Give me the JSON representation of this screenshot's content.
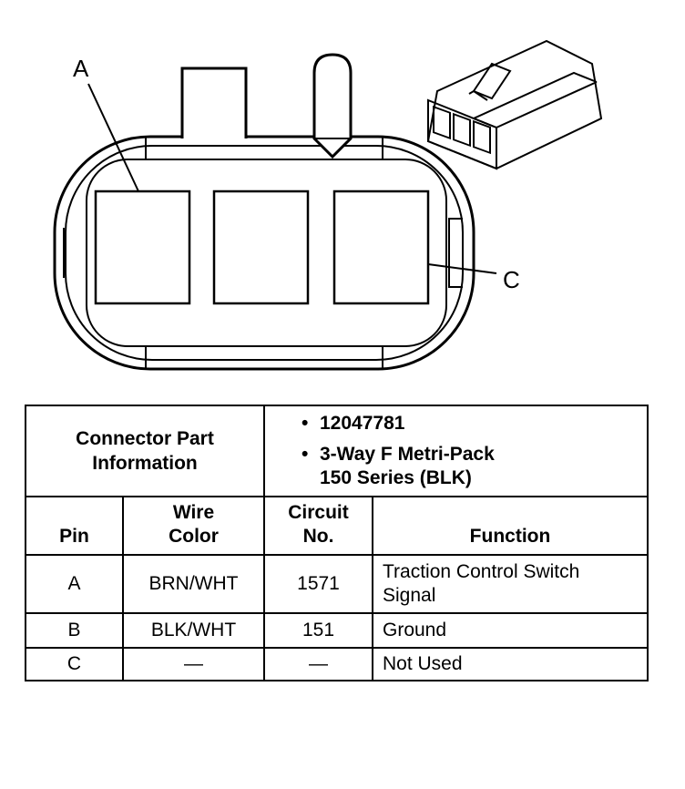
{
  "diagram": {
    "label_a": "A",
    "label_c": "C"
  },
  "table": {
    "info_title_line1": "Connector Part",
    "info_title_line2": "Information",
    "info_bullet": "•",
    "info_part_number": "12047781",
    "info_connector_line1": "3-Way F Metri-Pack",
    "info_connector_line2": "150 Series (BLK)",
    "headers": {
      "pin": "Pin",
      "wire_color_line1": "Wire",
      "wire_color_line2": "Color",
      "circuit_line1": "Circuit",
      "circuit_line2": "No.",
      "function": "Function"
    },
    "rows": [
      {
        "pin": "A",
        "wire_color": "BRN/WHT",
        "circuit": "1571",
        "function_line1": "Traction Control Switch",
        "function_line2": "Signal"
      },
      {
        "pin": "B",
        "wire_color": "BLK/WHT",
        "circuit": "151",
        "function_line1": "Ground",
        "function_line2": ""
      },
      {
        "pin": "C",
        "wire_color": "—",
        "circuit": "—",
        "function_line1": "Not Used",
        "function_line2": ""
      }
    ]
  }
}
